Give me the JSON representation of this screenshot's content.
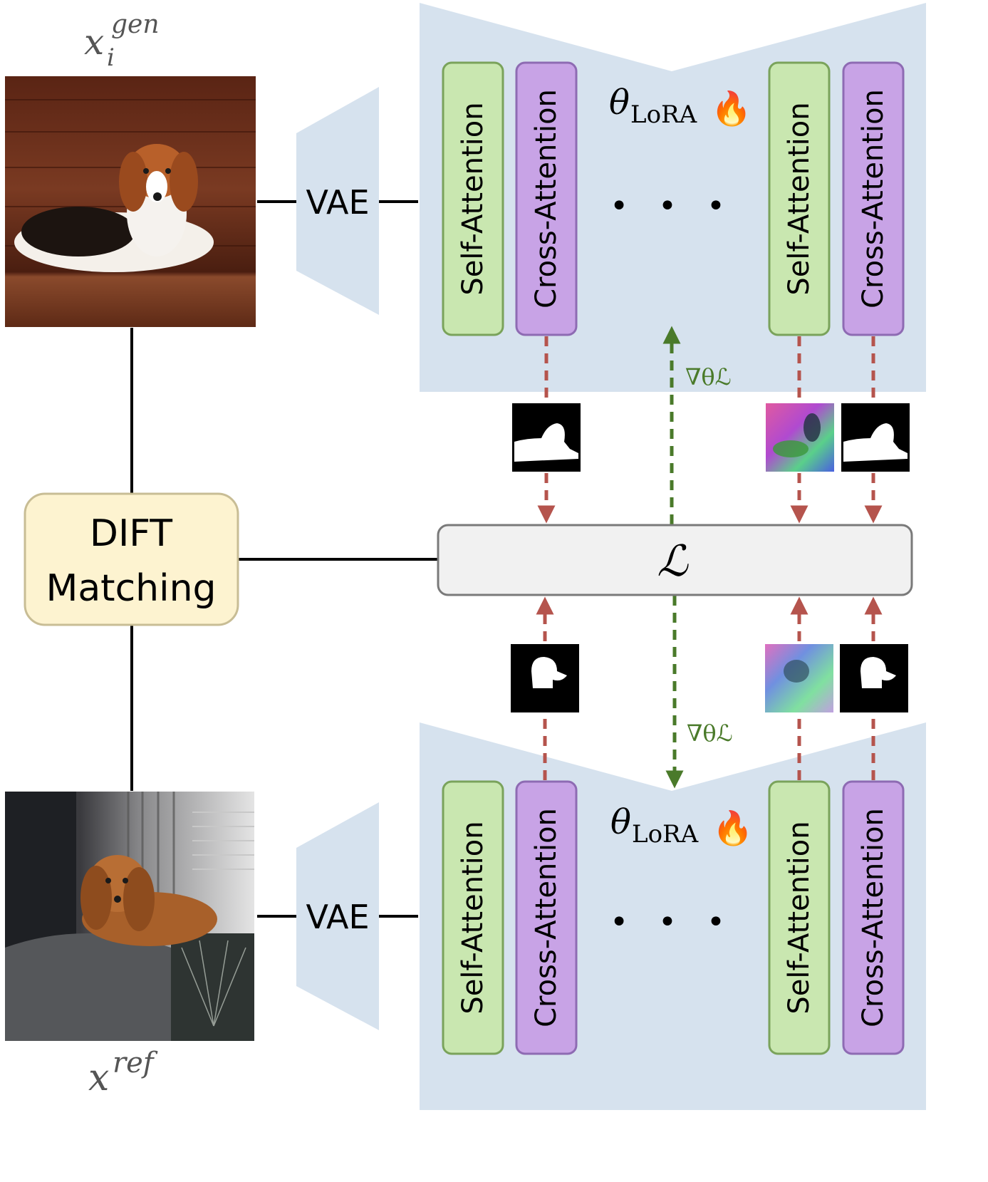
{
  "labels": {
    "gen_var": "x",
    "gen_sup": "gen",
    "gen_sub": "i",
    "ref_var": "x",
    "ref_sup": "ref",
    "vae_top": "VAE",
    "vae_bottom": "VAE",
    "dift_line1": "DIFT",
    "dift_line2": "Matching",
    "loss": "ℒ",
    "theta_top": "θ",
    "theta_top_sub": "LoRA",
    "theta_bottom": "θ",
    "theta_bottom_sub": "LoRA",
    "fire_top": "🔥",
    "fire_bottom": "🔥",
    "grad_top": "∇θℒ",
    "grad_bottom": "∇θℒ",
    "dots_top": "• • •",
    "dots_bottom": "• • •"
  },
  "blocks": {
    "top_left_self": "Self-Attention",
    "top_left_cross": "Cross-Attention",
    "top_right_self": "Self-Attention",
    "top_right_cross": "Cross-Attention",
    "bottom_left_self": "Self-Attention",
    "bottom_left_cross": "Cross-Attention",
    "bottom_right_self": "Self-Attention",
    "bottom_right_cross": "Cross-Attention"
  },
  "colors": {
    "unet_fill": "#d6e2ee",
    "self_attention_fill": "#c9e7b0",
    "self_attention_stroke": "#7aa35b",
    "cross_attention_fill": "#c8a3e6",
    "cross_attention_stroke": "#8e6bb3",
    "dift_fill": "#fdf3d0",
    "loss_fill": "#f1f1f1",
    "red_arrow": "#b5544d",
    "green_arrow": "#4a7a2a"
  }
}
